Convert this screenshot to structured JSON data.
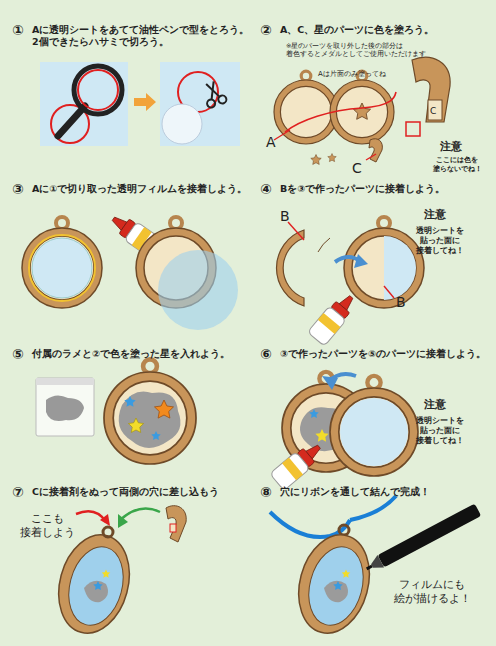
{
  "diagram": {
    "labels": [
      "①",
      "Aに透明シートをあてて油性ペンで型をとろう。 2個できたらハサミで切ろう。",
      "②",
      "A、C、星のパーツに色を塗ろう。",
      "※星のパーツを取り外した後の部分は 着色するとメダルとしてご使用いただけます",
      "Aは片面のみ塗ってね",
      "A",
      "C",
      "C",
      "注意",
      "ここには色を 塗らないでね！",
      "③",
      "Aに①で切り取った透明フィルムを接着しよう。",
      "④",
      "Bを③で作ったパーツに接着しよう。",
      "B",
      "B",
      "注意",
      "透明シートを 貼った面に 接着してね！",
      "⑤",
      "付属のラメと②で色を塗った星を入れよう。",
      "⑥",
      "③で作ったパーツを⑤のパーツに接着しよう。",
      "注意",
      "透明シートを 貼った面に 接着してね！",
      "⑦",
      "Cに接着剤をぬって両側の穴に差し込もう",
      "ここも 接着しよう",
      "⑧",
      "穴にリボンを通して結んで完成！",
      "フィルムにも 絵が描けるよ！"
    ]
  }
}
